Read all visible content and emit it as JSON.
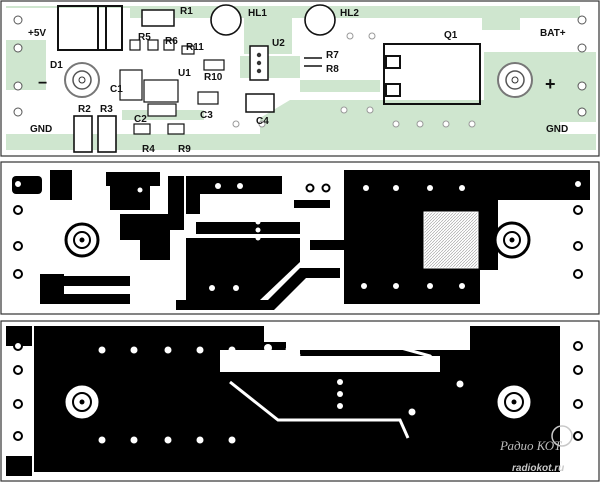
{
  "silkscreen": {
    "plus_5v": "+5V",
    "d1": "D1",
    "minus": "−",
    "gnd_left": "GND",
    "r2": "R2",
    "r3": "R3",
    "r5": "R5",
    "r6": "R6",
    "r1": "R1",
    "r11": "R11",
    "u1": "U1",
    "c1": "C1",
    "c2": "C2",
    "c3": "C3",
    "c4": "C4",
    "r4": "R4",
    "r9": "R9",
    "r10": "R10",
    "hl1": "HL1",
    "hl2": "HL2",
    "u2": "U2",
    "r7": "R7",
    "r8": "R8",
    "q1": "Q1",
    "bat_plus": "BAT+",
    "plus": "+",
    "gnd_right": "GND"
  },
  "watermark": {
    "line1": "Радио КОТ",
    "line2": "radiokot.ru"
  },
  "colors": {
    "copper_top": "#cfe6cf",
    "copper_dark": "#000000",
    "background": "#ffffff",
    "outline": "#222222"
  }
}
